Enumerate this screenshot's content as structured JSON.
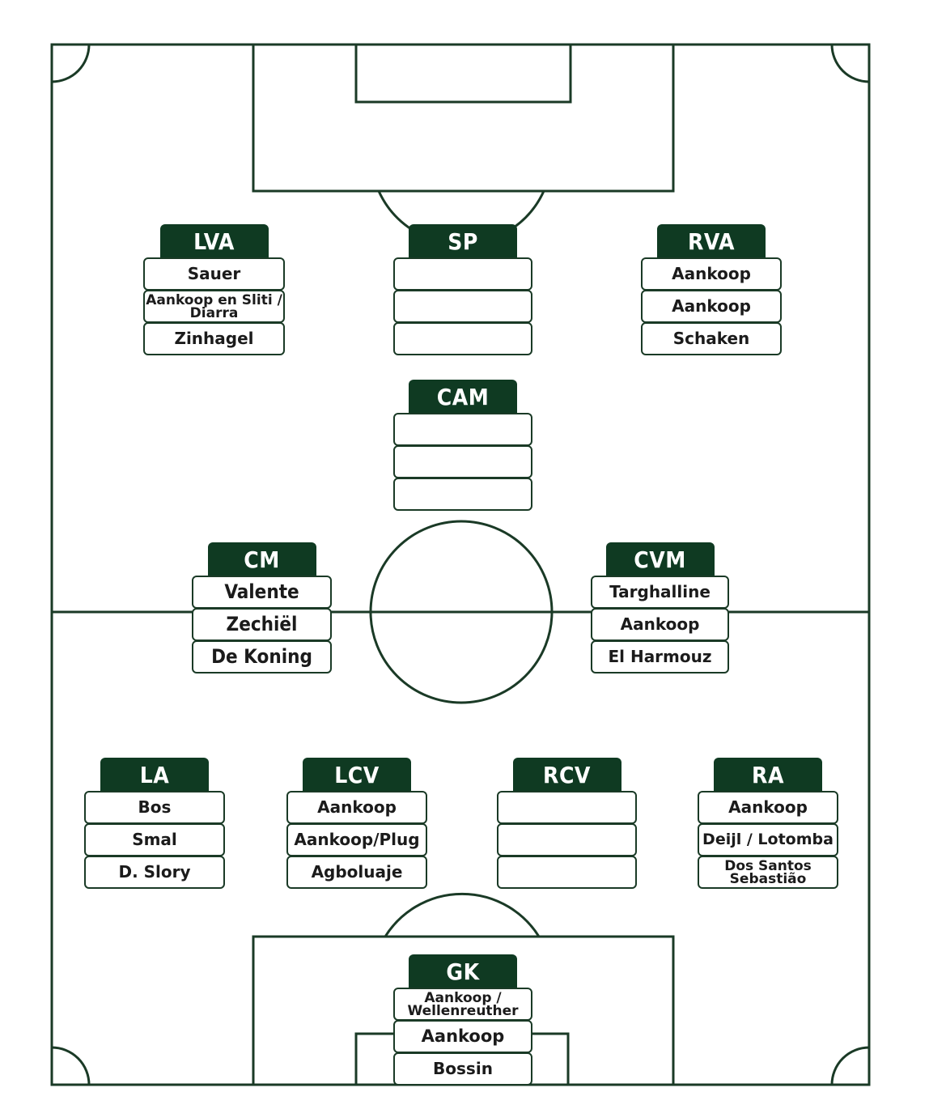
{
  "colors": {
    "line": "#1a3a26",
    "label_bg": "#0f3a22",
    "label_text": "#ffffff",
    "slot_text": "#1b1b1b"
  },
  "positions": [
    {
      "key": "lva",
      "label": "LVA",
      "slots": [
        "Sauer",
        "Aankoop en Sliti / Diarra",
        "Zinhagel"
      ]
    },
    {
      "key": "sp",
      "label": "SP",
      "slots": [
        "",
        "",
        ""
      ]
    },
    {
      "key": "rva",
      "label": "RVA",
      "slots": [
        "Aankoop",
        "Aankoop",
        "Schaken"
      ]
    },
    {
      "key": "cam",
      "label": "CAM",
      "slots": [
        "",
        "",
        ""
      ]
    },
    {
      "key": "cm",
      "label": "CM",
      "slots": [
        "Valente",
        "Zechiël",
        "De Koning"
      ]
    },
    {
      "key": "cvm",
      "label": "CVM",
      "slots": [
        "Targhalline",
        "Aankoop",
        "El Harmouz"
      ]
    },
    {
      "key": "la",
      "label": "LA",
      "slots": [
        "Bos",
        "Smal",
        "D. Slory"
      ]
    },
    {
      "key": "lcv",
      "label": "LCV",
      "slots": [
        "Aankoop",
        "Aankoop/Plug",
        "Agboluaje"
      ]
    },
    {
      "key": "rcv",
      "label": "RCV",
      "slots": [
        "",
        "",
        ""
      ]
    },
    {
      "key": "ra",
      "label": "RA",
      "slots": [
        "Aankoop",
        "Deijl / Lotomba",
        "Dos Santos Sebastião"
      ]
    },
    {
      "key": "gk",
      "label": "GK",
      "slots": [
        "Aankoop / Wellenreuther",
        "Aankoop",
        "Bossin"
      ]
    }
  ]
}
